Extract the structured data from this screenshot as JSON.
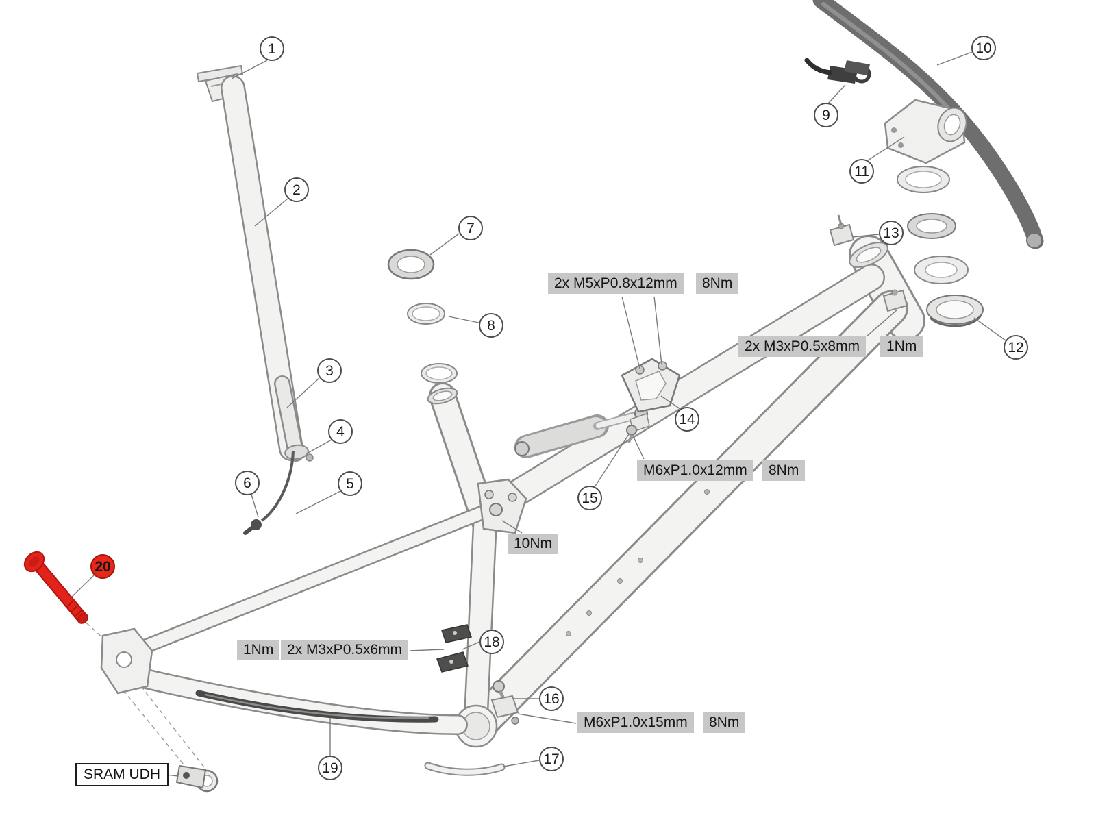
{
  "diagram": {
    "name": "full-suspension-bike-frame-exploded-view",
    "colors": {
      "highlight_red": "#e2231a",
      "label_background": "#c7c7c7",
      "outline_gray": "#8b8b8b",
      "handlebar_gray": "#6e6e6e"
    },
    "callouts": [
      {
        "number": "1"
      },
      {
        "number": "2"
      },
      {
        "number": "3"
      },
      {
        "number": "4"
      },
      {
        "number": "5"
      },
      {
        "number": "6"
      },
      {
        "number": "7"
      },
      {
        "number": "8"
      },
      {
        "number": "9"
      },
      {
        "number": "10"
      },
      {
        "number": "11"
      },
      {
        "number": "12"
      },
      {
        "number": "13"
      },
      {
        "number": "14"
      },
      {
        "number": "15"
      },
      {
        "number": "16"
      },
      {
        "number": "17"
      },
      {
        "number": "18"
      },
      {
        "number": "19"
      },
      {
        "number": "20",
        "highlight": true
      }
    ],
    "labels": {
      "m5_spec": "2x M5xP0.8x12mm",
      "m5_torque": "8Nm",
      "m3_8_spec": "2x M3xP0.5x8mm",
      "m3_8_torque": "1Nm",
      "m6_12_spec": "M6xP1.0x12mm",
      "m6_12_torque": "8Nm",
      "rocker_torque": "10Nm",
      "guide_torque": "1Nm",
      "guide_spec": "2x M3xP0.5x6mm",
      "m6_15_spec": "M6xP1.0x15mm",
      "m6_15_torque": "8Nm",
      "udh": "SRAM UDH"
    }
  }
}
